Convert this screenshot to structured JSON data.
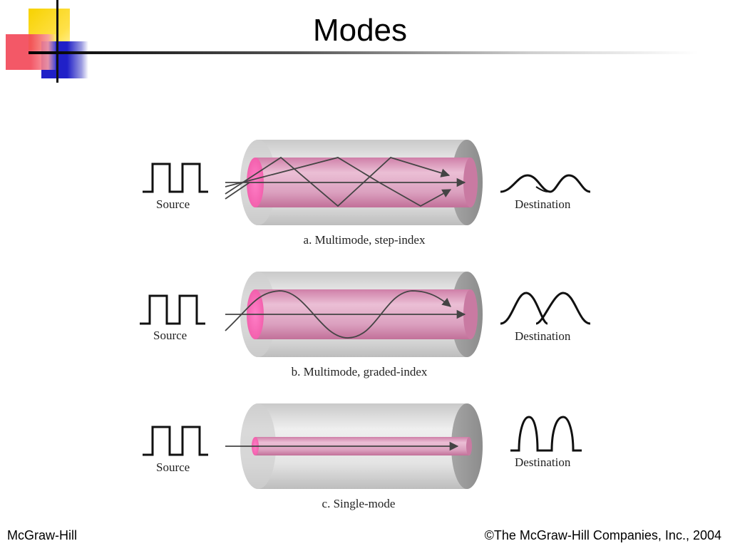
{
  "slide": {
    "title": "Modes"
  },
  "panels": [
    {
      "id": "a",
      "caption": "a.  Multimode, step-index",
      "source_label": "Source",
      "destination_label": "Destination"
    },
    {
      "id": "b",
      "caption": "b.  Multimode, graded-index",
      "source_label": "Source",
      "destination_label": "Destination"
    },
    {
      "id": "c",
      "caption": "c.  Single-mode",
      "source_label": "Source",
      "destination_label": "Destination"
    }
  ],
  "footer": {
    "left": "McGraw-Hill",
    "right": "©The McGraw-Hill Companies, Inc., 2004"
  },
  "colors": {
    "core": "#d98bb3",
    "cladding": "#d4d4d4",
    "ray": "#444444"
  }
}
